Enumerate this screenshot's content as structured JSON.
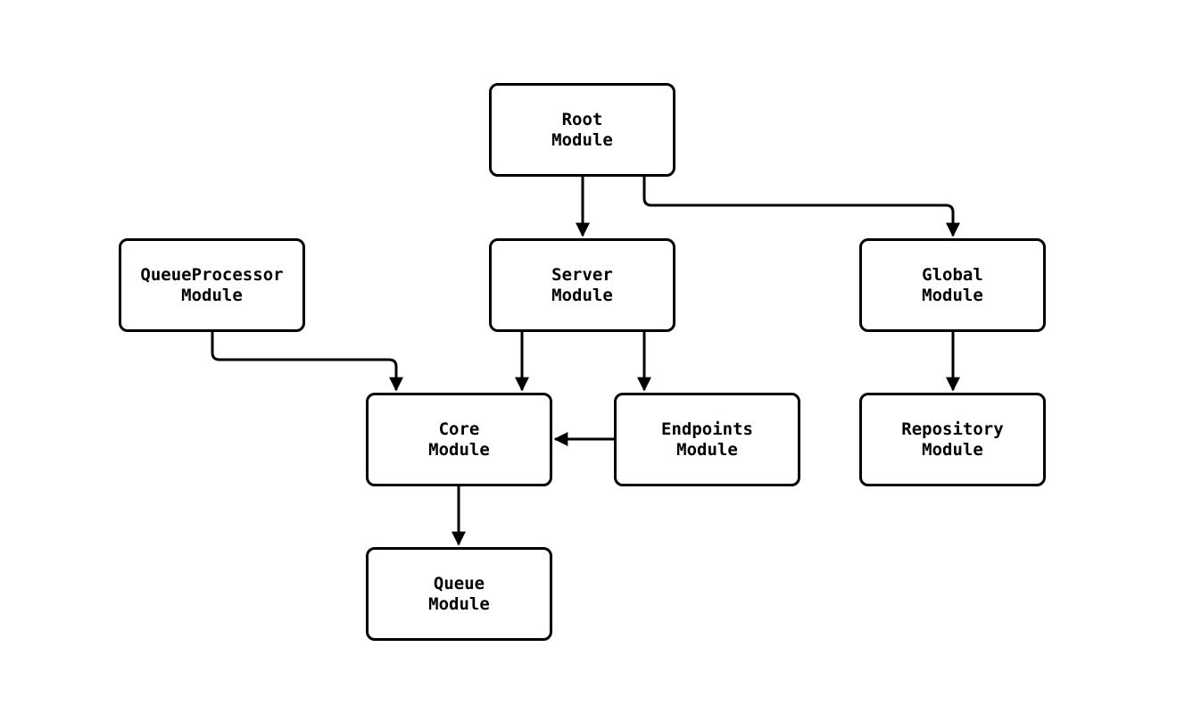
{
  "diagram": {
    "type": "module-dependency-flowchart",
    "colors": {
      "background": "#ffffff",
      "node_fill": "#ffffff",
      "node_border": "#000000",
      "edge": "#000000",
      "text": "#000000"
    },
    "nodes": {
      "root": {
        "id": "root",
        "label": "Root\nModule"
      },
      "queueprocessor": {
        "id": "queueprocessor",
        "label": "QueueProcessor\nModule"
      },
      "server": {
        "id": "server",
        "label": "Server\nModule"
      },
      "global": {
        "id": "global",
        "label": "Global\nModule"
      },
      "core": {
        "id": "core",
        "label": "Core\nModule"
      },
      "endpoints": {
        "id": "endpoints",
        "label": "Endpoints\nModule"
      },
      "repository": {
        "id": "repository",
        "label": "Repository\nModule"
      },
      "queue": {
        "id": "queue",
        "label": "Queue\nModule"
      }
    },
    "edges": [
      {
        "from": "root",
        "to": "server"
      },
      {
        "from": "root",
        "to": "global"
      },
      {
        "from": "queueprocessor",
        "to": "core"
      },
      {
        "from": "server",
        "to": "core"
      },
      {
        "from": "server",
        "to": "endpoints"
      },
      {
        "from": "endpoints",
        "to": "core"
      },
      {
        "from": "global",
        "to": "repository"
      },
      {
        "from": "core",
        "to": "queue"
      }
    ]
  }
}
